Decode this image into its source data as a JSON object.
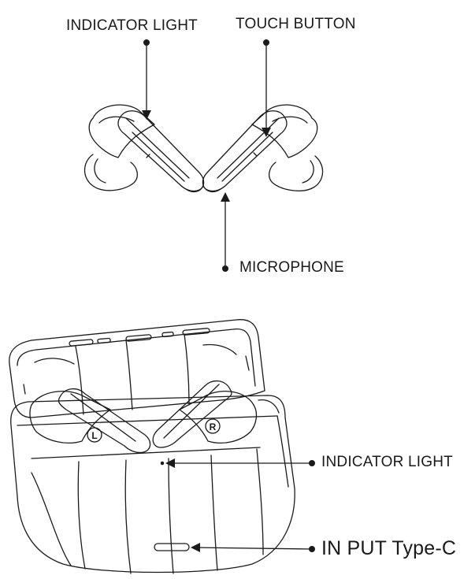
{
  "labels": {
    "indicator_light_top": "INDICATOR LIGHT",
    "touch_button": "TOUCH BUTTON",
    "microphone": "MICROPHONE",
    "indicator_light_case": "INDICATOR LIGHT",
    "input_type_c": "IN PUT Type-C"
  },
  "case_markings": {
    "left": "L",
    "right": "R"
  },
  "colors": {
    "line": "#1a1a1a",
    "background": "#ffffff"
  }
}
